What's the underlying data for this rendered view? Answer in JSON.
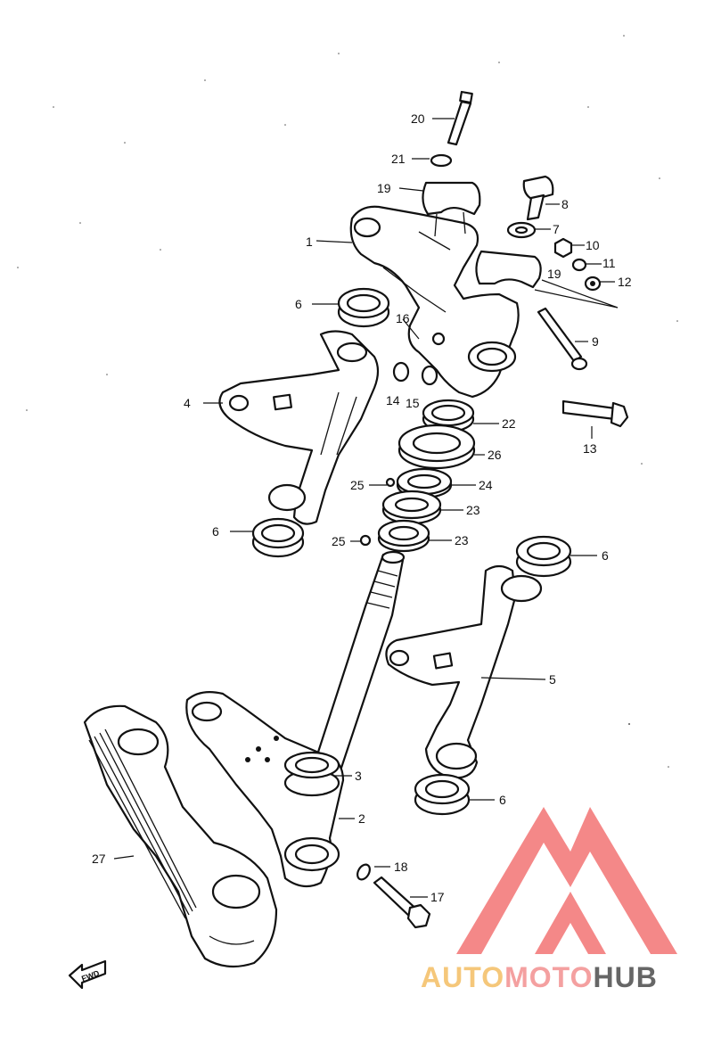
{
  "labels": [
    {
      "n": "1",
      "text": "1"
    },
    {
      "n": "2",
      "text": "2"
    },
    {
      "n": "3",
      "text": "3"
    },
    {
      "n": "4",
      "text": "4"
    },
    {
      "n": "5",
      "text": "5"
    },
    {
      "n": "6a",
      "text": "6"
    },
    {
      "n": "6b",
      "text": "6"
    },
    {
      "n": "6c",
      "text": "6"
    },
    {
      "n": "6d",
      "text": "6"
    },
    {
      "n": "7",
      "text": "7"
    },
    {
      "n": "8",
      "text": "8"
    },
    {
      "n": "9",
      "text": "9"
    },
    {
      "n": "10",
      "text": "10"
    },
    {
      "n": "11",
      "text": "11"
    },
    {
      "n": "12",
      "text": "12"
    },
    {
      "n": "13",
      "text": "13"
    },
    {
      "n": "14",
      "text": "14"
    },
    {
      "n": "15",
      "text": "15"
    },
    {
      "n": "16",
      "text": "16"
    },
    {
      "n": "17",
      "text": "17"
    },
    {
      "n": "18",
      "text": "18"
    },
    {
      "n": "19a",
      "text": "19"
    },
    {
      "n": "19b",
      "text": "19"
    },
    {
      "n": "20",
      "text": "20"
    },
    {
      "n": "21",
      "text": "21"
    },
    {
      "n": "22",
      "text": "22"
    },
    {
      "n": "23a",
      "text": "23"
    },
    {
      "n": "23b",
      "text": "23"
    },
    {
      "n": "24",
      "text": "24"
    },
    {
      "n": "25a",
      "text": "25"
    },
    {
      "n": "25b",
      "text": "25"
    },
    {
      "n": "26",
      "text": "26"
    },
    {
      "n": "27",
      "text": "27"
    }
  ],
  "fwd_label": "FWD",
  "watermark": {
    "part1": "AUTO",
    "part2": "MOTO",
    "part3": "HUB",
    "color_auto": "#f5c77a",
    "color_moto": "#f4a0a0",
    "color_hub": "#666666",
    "logo_color": "#f26b6b"
  }
}
